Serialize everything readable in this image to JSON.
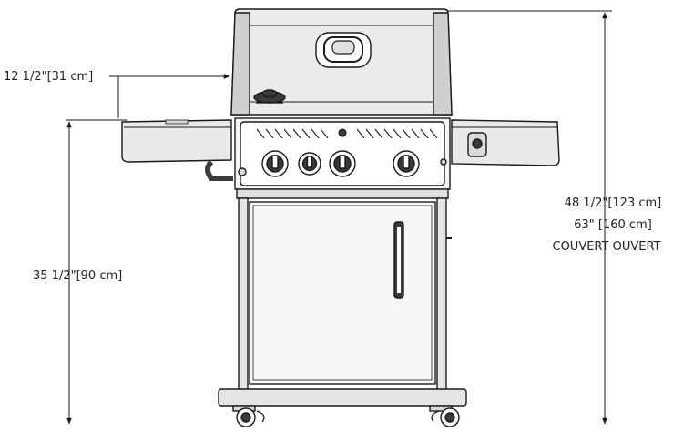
{
  "dimensions": {
    "lid_depth": "12 1/2\"[31 cm]",
    "shelf_height": "35 1/2\"[90 cm]",
    "height_closed": "48 1/2\"[123 cm]",
    "height_open": "63\" [160 cm]",
    "lid_state": "COUVERT OUVERT"
  },
  "colors": {
    "line": "#1a1a1a",
    "fill_light": "#f2f2f2",
    "fill_mid": "#d9d9d9",
    "fill_dark": "#3a3a3a"
  },
  "icons": {
    "logo": "napoleon-logo-icon",
    "igniter": "igniter-icon"
  }
}
